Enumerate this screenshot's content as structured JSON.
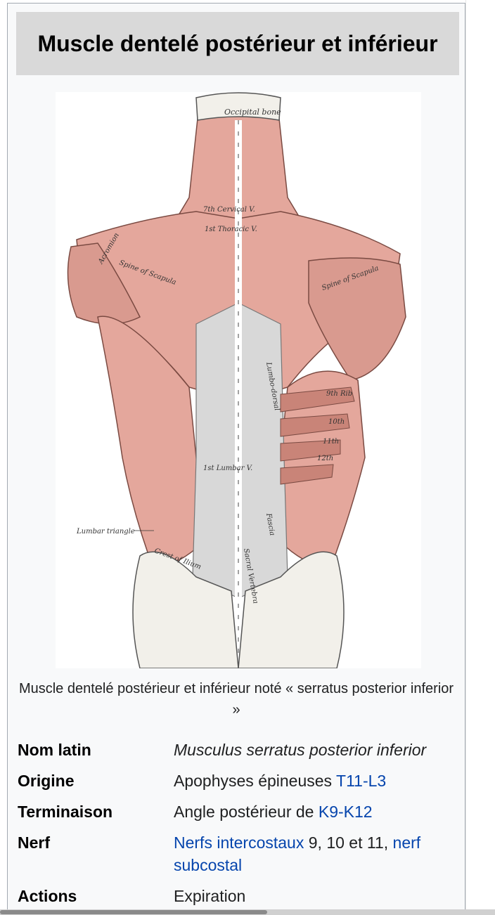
{
  "infobox": {
    "title": "Muscle dentelé postérieur et inférieur",
    "caption": "Muscle dentelé postérieur et inférieur noté « serratus posterior inferior »",
    "rows": {
      "latin": {
        "label": "Nom latin",
        "value": "Musculus serratus posterior inferior"
      },
      "origine": {
        "label": "Origine",
        "prefix": "Apophyses épineuses ",
        "link": "T11-L3"
      },
      "terminaison": {
        "label": "Terminaison",
        "prefix": "Angle postérieur de ",
        "link": "K9-K12"
      },
      "nerf": {
        "label": "Nerf",
        "link1": "Nerfs intercostaux",
        "middle": " 9, 10 et 11, ",
        "link2": "nerf subcostal"
      },
      "actions": {
        "label": "Actions",
        "value": "Expiration"
      }
    }
  },
  "figure": {
    "labels": {
      "occipital": "Occipital bone",
      "cervical": "7th Cervical V.",
      "thoracic": "1st Thoracic V.",
      "acromion": "Acromion",
      "spine_left": "Spine of Scapula",
      "spine_right": "Spine of Scapula",
      "lumbodorsal": "Lumbo-dorsal",
      "rib9": "9th Rib",
      "rib10": "10th",
      "rib11": "11th",
      "rib12": "12th",
      "lumbar": "1st Lumbar V.",
      "lumbar_triangle": "Lumbar triangle",
      "crest": "Crest of Ilium",
      "fascia": "Fascia",
      "sacral": "Sacral Vertebra"
    }
  },
  "colors": {
    "muscle": "#e4a79c",
    "muscle_dark": "#c98478",
    "fascia": "#d8d8d8",
    "bone": "#f2f0ea",
    "link": "#0645ad"
  }
}
